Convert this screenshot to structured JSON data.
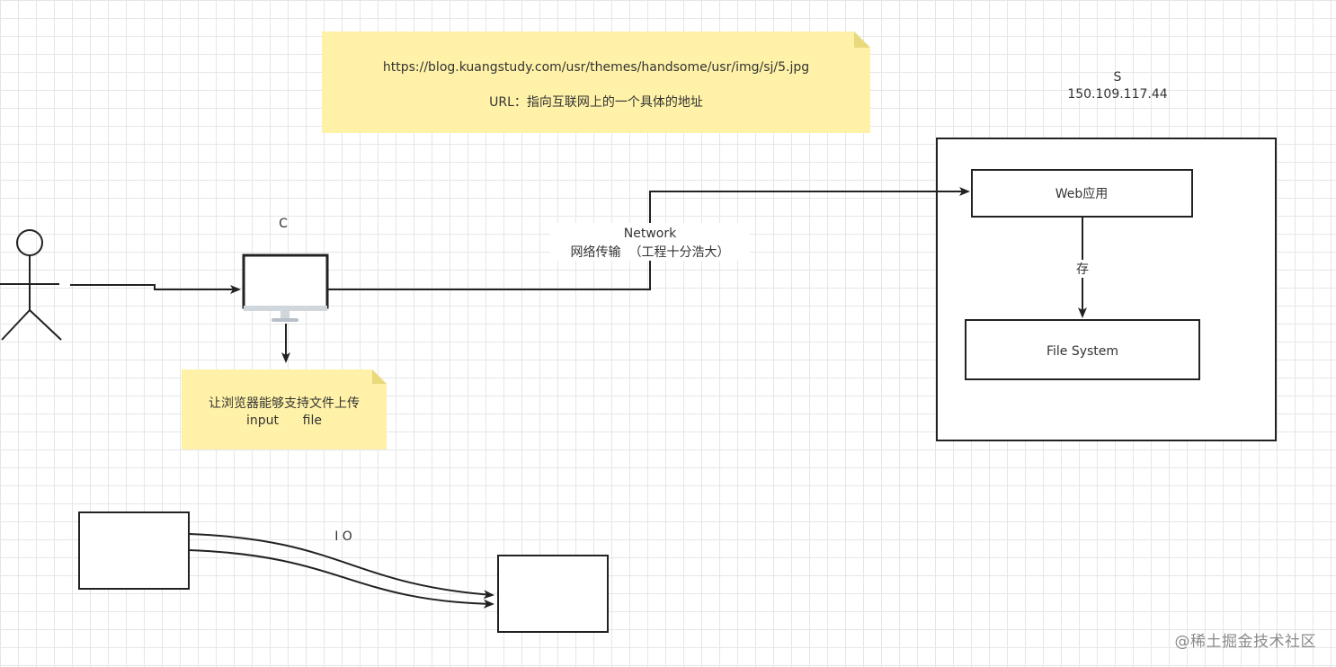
{
  "colors": {
    "note_fill": "#fff2a8",
    "stroke": "#222222",
    "screen_base": "#cfd6dc",
    "watermark": "#8a8a8a"
  },
  "notes": {
    "url_example": "https://blog.kuangstudy.com/usr/themes/handsome/usr/img/sj/5.jpg",
    "url_definition": "URL：指向互联网上的一个具体的地址",
    "browser_line1": "让浏览器能够支持文件上传",
    "browser_line2": "input      file"
  },
  "labels": {
    "client": "C",
    "server": "S",
    "server_ip": "150.109.117.44",
    "network_line1": "Network",
    "network_line2": "网络传输  （工程十分浩大）",
    "web_app": "Web应用",
    "store": "存",
    "file_system": "File System",
    "io": "I O"
  },
  "icons": {
    "user": "stick-figure-icon",
    "computer": "monitor-icon"
  },
  "watermark": "@稀土掘金技术社区"
}
